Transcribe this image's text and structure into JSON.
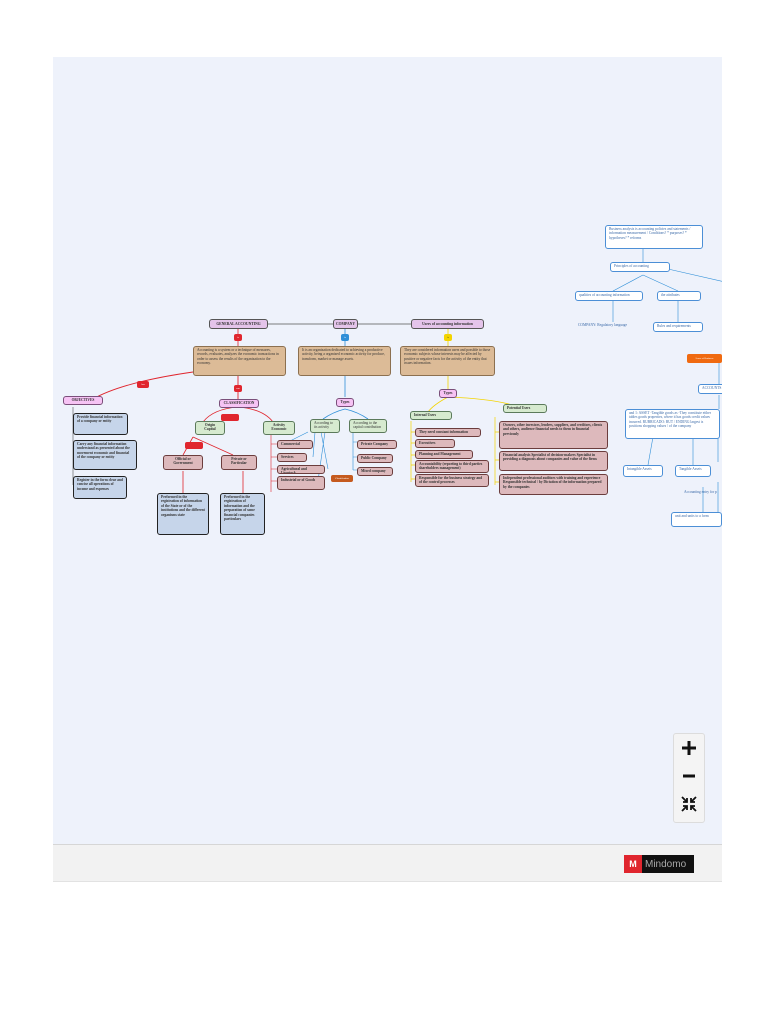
{
  "map": {
    "nodes": {
      "general_accounting": "GENERAL ACCOUNTING",
      "company": "COMPANY",
      "users": "Users of accounting information",
      "def_accounting": "Accounting is a system or a technique of measures, records, evaluates, analyzes the economic transactions in order to assess the results of the organization to the economy.",
      "def_company": "It is an organization dedicated to achieving a productive activity, being a organized economic activity for produce, transform, market or manage assets.",
      "def_users": "They are considered information users and possible to those economic subjects whose interests may be affected by positive or negative facts for the activity of the entity that issues information.",
      "objectives": "OBJECTIVES",
      "obj1": "Provide financial information of a company or entity",
      "obj2": "Carry any financial information understand as presented about the movement economic and financial of the company or entity",
      "obj3": "Register in the form clear and concise all operations of income and expenses",
      "classification": "CLASSIFICATION",
      "origin_capital": "Origin Capital",
      "activity_economic": "Activity Economic",
      "official": "Official or Government",
      "private": "Private or Particular",
      "official_desc": "Performed in the registration of information of the State or of the institutions and the different organisms state",
      "private_desc": "Performed in the registration of information and the preparation of some financial companies particulars",
      "types": "Types",
      "by_activity": "According to its activity",
      "by_capital": "According to the capital contribution",
      "commercial": "Commercial",
      "services": "Services",
      "agro": "Agricultural and Livestock",
      "industrial": "Industrial or of Goods",
      "classification_tag": "Classification",
      "private_company": "Private Company",
      "public_company": "Public Company",
      "mixed_company": "Mixed company",
      "types2": "Types",
      "internal_users": "Internal Users",
      "potential_users": "Potential Users",
      "int1": "They need constant information",
      "int2": "Executives",
      "int3": "Planning and Management",
      "int4": "Accountability (reporting to third parties shareholders management)",
      "int5": "Responsible for the business strategy and of the control processes",
      "pot1": "Owners, other investors, lenders, suppliers, and creditors, clients and others, audience financial needs to them in financial previously",
      "pot2": "Financial analysis Specialist of decision-makers Specialist in providing a diagnosis about companies and value of the firms",
      "pot3": "Independent professional auditors with training and experience Responsible technical / by Dictation of the information prepared by the companies",
      "r_def": "Business analysis is accounting policies and statements / information measurement / Conditions? * purposes? * hypotheses? * reforms",
      "r_principles": "Principles of accounting",
      "r_qualities": "qualities of accounting information",
      "r_elements": "the attributes",
      "r_company": "COMPANY: Regulatory language",
      "r_rules": "Rules and requirements",
      "r_red_tag": "Laws of Business",
      "r_accounts": "ACCOUNTS",
      "r_assets_def": "and 1: ASSET -Tangible goods as -They constitute either tables goods properties, where it has goods credit values incurred. RUBRICADO: RUT / ENDING largest is positions shopping values / of the company",
      "r_intangible": "Intangible Assets",
      "r_tangible": "Tangible Assets",
      "r_accounting_entry": "Accounting entry for p",
      "r_unit": "unit and units to a form"
    },
    "edge_labels": {
      "is1": "is",
      "is2": "is",
      "is3": "is",
      "has": "has",
      "can": "can"
    }
  },
  "viewer_controls": {
    "zoom_in_icon": "plus-icon",
    "zoom_out_icon": "minus-icon",
    "fit_icon": "collapse-arrows-icon"
  },
  "footer": {
    "brand": "Mindomo",
    "brand_mark": "M"
  },
  "colors": {
    "edge_red": "#e0262e",
    "edge_gray": "#555555",
    "edge_blue": "#2f8fd8",
    "edge_yellow": "#f3d400",
    "accent_orange": "#f06a10"
  }
}
